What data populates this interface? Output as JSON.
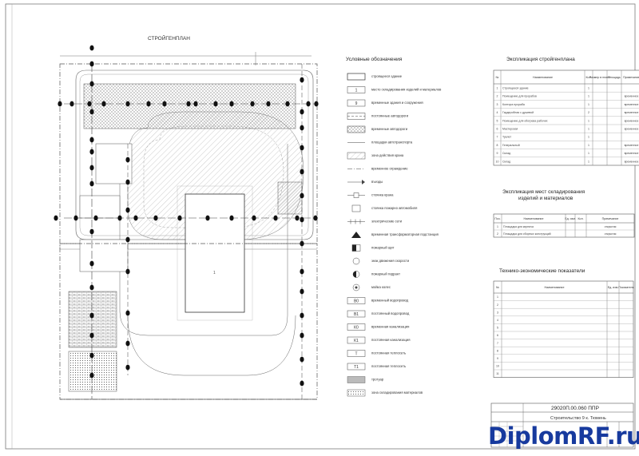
{
  "plan": {
    "title": "СТРОЙГЕНПЛАН",
    "building_id": "1"
  },
  "legend": {
    "title": "Условные обозначения",
    "items": [
      {
        "label": "строящееся здание",
        "sym": "rect"
      },
      {
        "label": "место складирования изделий и материалов",
        "sym": "num",
        "num": "1"
      },
      {
        "label": "временные здания и сооружения",
        "sym": "num",
        "num": "9"
      },
      {
        "label": "постоянные автодороги",
        "sym": "dashline"
      },
      {
        "label": "временные автодороги",
        "sym": "hatchdark"
      },
      {
        "label": "площадки автотранспорта",
        "sym": "line"
      },
      {
        "label": "зона действия крана",
        "sym": "hatch"
      },
      {
        "label": "временное ограждение",
        "sym": "fence"
      },
      {
        "label": "въезды",
        "sym": "arrow"
      },
      {
        "label": "стоянка крана",
        "sym": "crane"
      },
      {
        "label": "стоянка пожарно автомобиля",
        "sym": "box"
      },
      {
        "label": "электрические сети",
        "sym": "elec"
      },
      {
        "label": "временная трансформаторная подстанция",
        "sym": "tri"
      },
      {
        "label": "пожарный щит",
        "sym": "shield"
      },
      {
        "label": "знак движения скорости",
        "sym": "circ"
      },
      {
        "label": "пожарный гидрант",
        "sym": "hydrant"
      },
      {
        "label": "мойка колес",
        "sym": "wash"
      },
      {
        "label": "временный водопровод",
        "sym": "num",
        "num": "В0"
      },
      {
        "label": "постоянный водопровод",
        "sym": "num",
        "num": "В1"
      },
      {
        "label": "временная канализация",
        "sym": "num",
        "num": "К0"
      },
      {
        "label": "постоянная канализация",
        "sym": "num",
        "num": "К1"
      },
      {
        "label": "постоянная теплосеть",
        "sym": "num",
        "num": "Т"
      },
      {
        "label": "постоянная теплосеть",
        "sym": "num",
        "num": "Т1"
      },
      {
        "label": "тротуар",
        "sym": "gray"
      },
      {
        "label": "зона складирования материалов",
        "sym": "dots"
      }
    ]
  },
  "explication": {
    "title": "Экспликация стройгенплана",
    "headers": [
      "№",
      "Наименование",
      "Кол.",
      "Размер в плане",
      "Площадь",
      "Примечание"
    ],
    "rows": [
      [
        "1",
        "Строящееся здание",
        "1",
        "",
        "",
        ""
      ],
      [
        "2",
        "Помещение для прорабов",
        "1",
        "",
        "",
        "временное"
      ],
      [
        "3",
        "Контора прораба",
        "1",
        "",
        "",
        "временное"
      ],
      [
        "4",
        "Гардеробная с душевой",
        "2",
        "",
        "",
        "временное"
      ],
      [
        "5",
        "Помещение для обогрева рабочих",
        "1",
        "",
        "",
        "временное"
      ],
      [
        "6",
        "Мастерская",
        "1",
        "",
        "",
        "временное"
      ],
      [
        "7",
        "Туалет",
        "1",
        "",
        "",
        ""
      ],
      [
        "8",
        "Генеральный",
        "1",
        "",
        "",
        "временное"
      ],
      [
        "9",
        "Склад",
        "1",
        "",
        "",
        "временное"
      ],
      [
        "10",
        "Склад",
        "1",
        "",
        "",
        "временное"
      ]
    ]
  },
  "storage": {
    "title_line1": "Экспликация мест складирования",
    "title_line2": "изделий и материалов",
    "headers": [
      "Поз.",
      "Наименование",
      "Ед. изм.",
      "Кол.",
      "Примечание"
    ],
    "rows": [
      [
        "1",
        "Площадка для кирпича",
        "",
        "",
        "открытая"
      ],
      [
        "2",
        "Площадка для сборных конструкций",
        "",
        "",
        "открытая"
      ]
    ]
  },
  "indicators": {
    "title": "Технико-экономические показатели",
    "headers": [
      "№",
      "Наименование",
      "Ед. изм.",
      "Показатель"
    ],
    "rows": [
      [
        "1",
        "",
        "",
        ""
      ],
      [
        "2",
        "",
        "",
        ""
      ],
      [
        "3",
        "",
        "",
        ""
      ],
      [
        "4",
        "",
        "",
        ""
      ],
      [
        "5",
        "",
        "",
        ""
      ],
      [
        "6",
        "",
        "",
        ""
      ],
      [
        "7",
        "",
        "",
        ""
      ],
      [
        "8",
        "",
        "",
        ""
      ],
      [
        "9",
        "",
        "",
        ""
      ],
      [
        "10",
        "",
        "",
        ""
      ],
      [
        "11",
        "",
        "",
        ""
      ]
    ]
  },
  "stamp": {
    "code": "29020П.00.060 ППР",
    "project": "Строительство 9 к. Тюмень"
  },
  "watermark": "DiplomRF.ru"
}
